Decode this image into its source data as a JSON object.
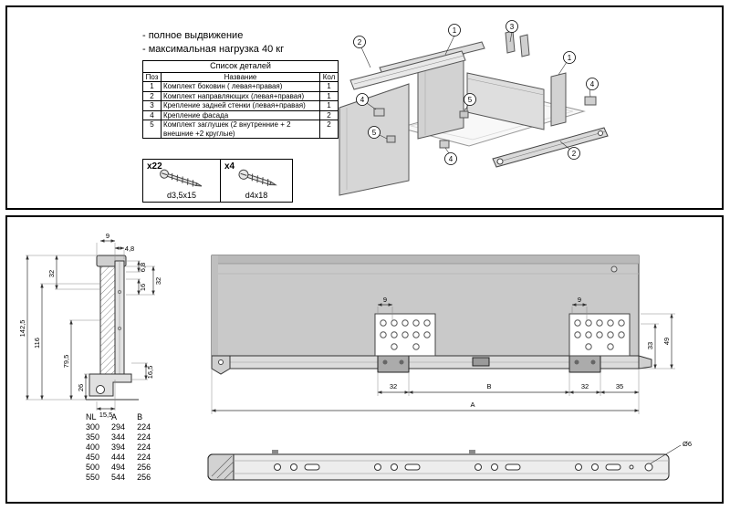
{
  "top": {
    "notes": [
      "- полное выдвижение",
      "- максимальная нагрузка 40 кг"
    ],
    "parts_table": {
      "title": "Список деталей",
      "headers": [
        "Поз",
        "Название",
        "Кол"
      ],
      "rows": [
        {
          "pos": "1",
          "name": "Комплект боковин ( левая+правая)",
          "qty": "1"
        },
        {
          "pos": "2",
          "name": "Комплект направляющих (левая+правая)",
          "qty": "1"
        },
        {
          "pos": "3",
          "name": "Крепление задней стенки (левая+правая)",
          "qty": "1"
        },
        {
          "pos": "4",
          "name": "Крепление фасада",
          "qty": "2"
        },
        {
          "pos": "5",
          "name": "Комплект заглушек (2 внутренние + 2 внешние +2 круглые)",
          "qty": "2"
        }
      ]
    },
    "screws": [
      {
        "count": "x22",
        "size": "d3,5x15"
      },
      {
        "count": "x4",
        "size": "d4x18"
      }
    ],
    "callouts": [
      "2",
      "1",
      "3",
      "1",
      "4",
      "5",
      "4",
      "4",
      "5",
      "2"
    ]
  },
  "bottom": {
    "side_view": {
      "d_9": "9",
      "d_48": "4,8",
      "d_68": "6,8",
      "d_16": "16",
      "d_32r": "32",
      "d_1425": "142,5",
      "d_116": "116",
      "d_32l": "32",
      "d_795": "79,5",
      "d_26": "26",
      "d_165": "16,5",
      "d_155": "15,5"
    },
    "elevation": {
      "d_9l": "9",
      "d_9r": "9",
      "d_32l": "32",
      "d_B": "B",
      "d_32r": "32",
      "d_35": "35",
      "d_A": "A",
      "d_33": "33",
      "d_49": "49"
    },
    "rail_view": {
      "d_dia6": "Ø6"
    },
    "size_table": {
      "headers": [
        "NL",
        "A",
        "B"
      ],
      "rows": [
        [
          "300",
          "294",
          "224"
        ],
        [
          "350",
          "344",
          "224"
        ],
        [
          "400",
          "394",
          "224"
        ],
        [
          "450",
          "444",
          "224"
        ],
        [
          "500",
          "494",
          "256"
        ],
        [
          "550",
          "544",
          "256"
        ]
      ]
    }
  }
}
